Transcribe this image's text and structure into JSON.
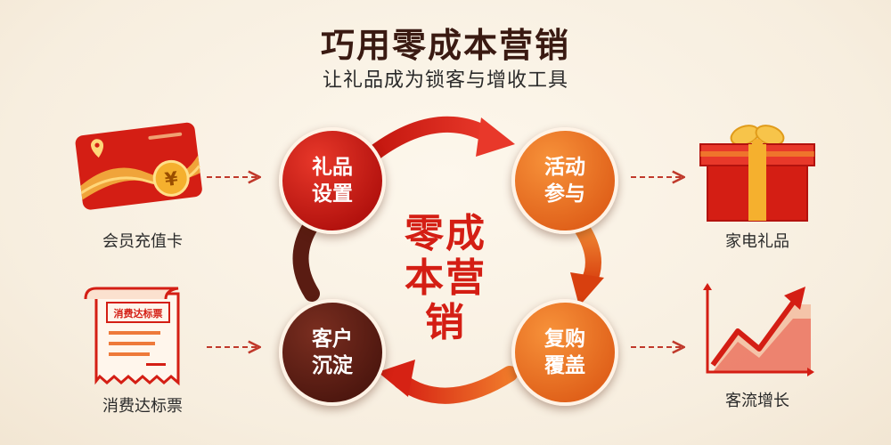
{
  "header": {
    "title": "巧用零成本营销",
    "subtitle": "让礼品成为锁客与增收工具"
  },
  "center": {
    "text": "零成本营销"
  },
  "cycle": {
    "nodes": [
      {
        "id": "gift-setup",
        "label": "礼品设置"
      },
      {
        "id": "activity",
        "label": "活动参与"
      },
      {
        "id": "repurchase",
        "label": "复购覆盖"
      },
      {
        "id": "retention",
        "label": "客户沉淀"
      }
    ]
  },
  "left_items": [
    {
      "label": "会员充值卡",
      "icon": "member-card-icon",
      "card_currency": "¥"
    },
    {
      "label": "消费达标票",
      "icon": "receipt-icon",
      "receipt_title": "消费达标票"
    }
  ],
  "right_items": [
    {
      "label": "家电礼品",
      "icon": "gift-box-icon"
    },
    {
      "label": "客流增长",
      "icon": "growth-chart-icon"
    }
  ],
  "colors": {
    "red": "#c4170f",
    "orange": "#ea6f20",
    "brown": "#5a1c12",
    "dashed": "#c0392b"
  }
}
